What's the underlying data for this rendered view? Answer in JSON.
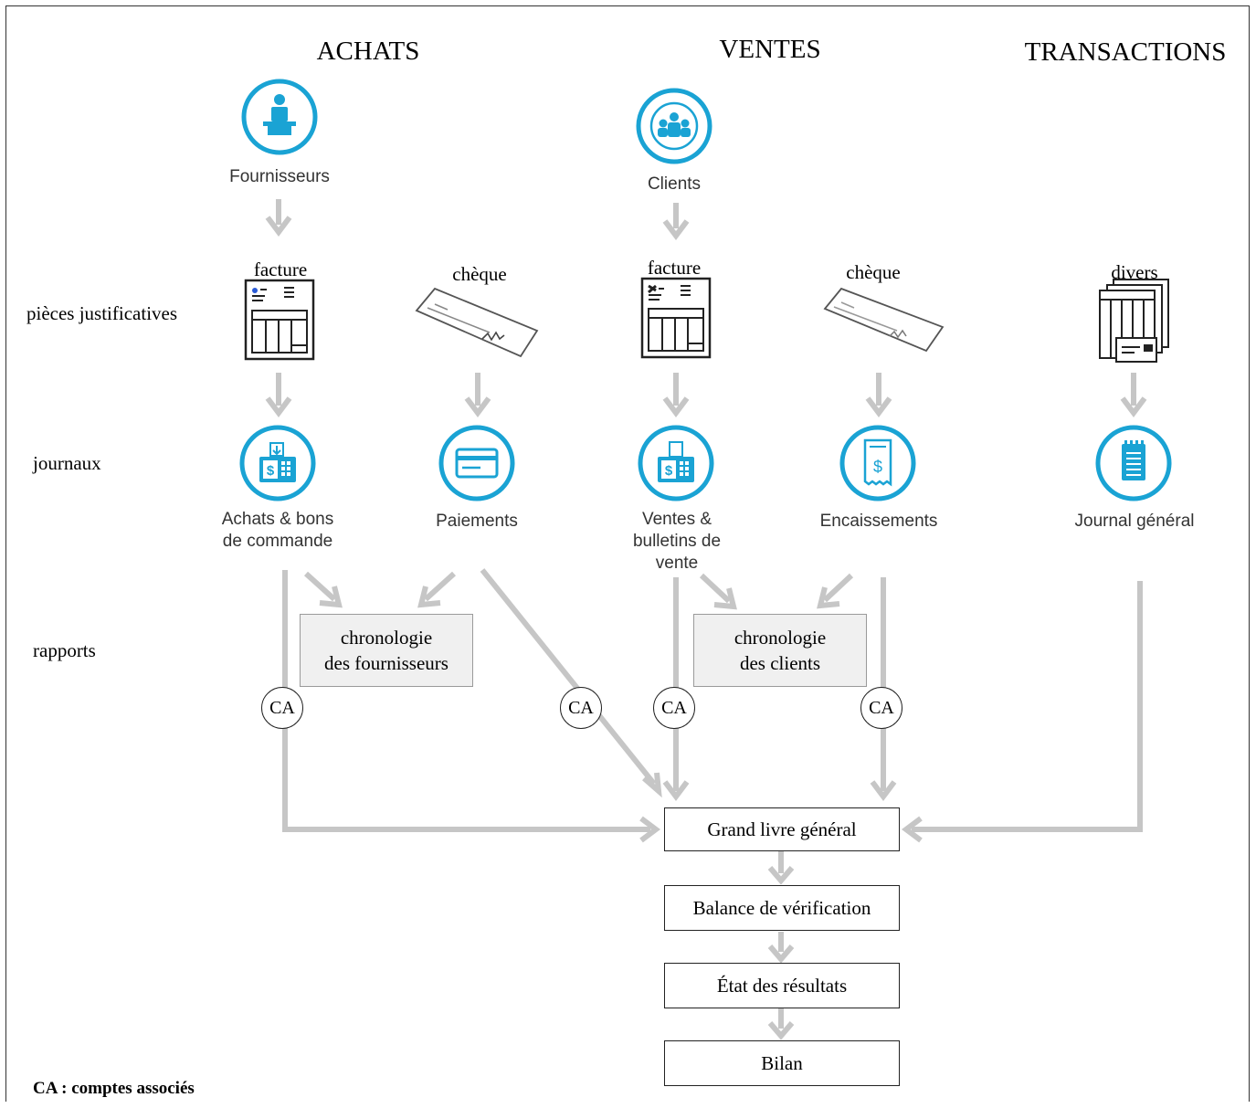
{
  "columns": {
    "achats": "ACHATS",
    "ventes": "VENTES",
    "transactions": "TRANSACTIONS"
  },
  "rows": {
    "pieces": "pièces justificatives",
    "journaux": "journaux",
    "rapports": "rapports"
  },
  "sources": {
    "fournisseurs": "Fournisseurs",
    "clients": "Clients"
  },
  "documents": {
    "facture_achats": "facture",
    "cheque_achats": "chèque",
    "facture_ventes": "facture",
    "cheque_ventes": "chèque",
    "divers": "divers"
  },
  "journals": {
    "achats": {
      "line1": "Achats & bons",
      "line2": "de commande"
    },
    "paiements": "Paiements",
    "ventes": {
      "line1": "Ventes &",
      "line2": "bulletins de",
      "line3": "vente"
    },
    "encaissements": "Encaissements",
    "general": "Journal général"
  },
  "reports": {
    "fournisseurs": {
      "line1": "chronologie",
      "line2": "des fournisseurs"
    },
    "clients": {
      "line1": "chronologie",
      "line2": "des clients"
    }
  },
  "ca_label": "CA",
  "ledger": {
    "grand_livre": "Grand livre général",
    "balance": "Balance de vérification",
    "etat": "État des résultats",
    "bilan": "Bilan"
  },
  "legend": "CA : comptes associés",
  "colors": {
    "accent": "#1aa3d4",
    "arrow": "#c6c6c6",
    "text_gray": "#333333"
  },
  "icons": {
    "fournisseurs": "supplier-desk-icon",
    "clients": "clients-group-icon",
    "facture": "invoice-document-icon",
    "cheque": "check-paper-icon",
    "divers": "miscellaneous-documents-icon",
    "achats": "register-download-icon",
    "paiements": "credit-card-icon",
    "ventes": "register-upload-icon",
    "encaissements": "receipt-dollar-icon",
    "journal": "notepad-icon"
  }
}
